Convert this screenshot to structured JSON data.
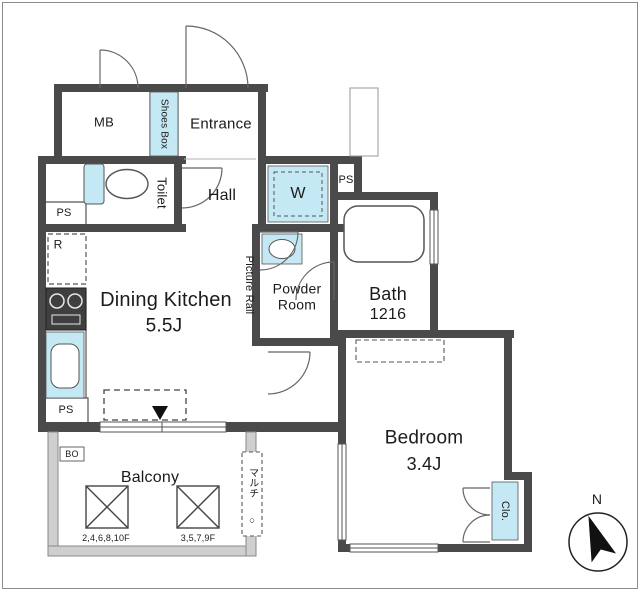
{
  "plan": {
    "labels": {
      "mb": "MB",
      "shoes_box": "Shoes Box",
      "entrance": "Entrance",
      "toilet": "Toilet",
      "hall": "Hall",
      "washer": "W",
      "ps_top_right": "PS",
      "ps_left_upper": "PS",
      "ps_left_lower": "PS",
      "fridge": "R",
      "dining_kitchen": "Dining Kitchen",
      "dining_kitchen_size": "5.5J",
      "picture_rail": "Picture Rail",
      "powder_room": "Powder\nRoom",
      "bath": "Bath",
      "bath_size": "1216",
      "bedroom": "Bedroom",
      "bedroom_size": "3.4J",
      "closet": "Clo.",
      "balcony": "Balcony",
      "bo": "BO",
      "hatch_left_floors": "2,4,6,8,10F",
      "hatch_right_floors": "3,5,7,9F",
      "partition": "マルチ",
      "partition_mark": "○",
      "compass_north": "N"
    },
    "colors": {
      "wall": "#4a4a4a",
      "fixture_fill": "#c4e9f5",
      "balcony_wall": "#cfcfcf"
    }
  }
}
